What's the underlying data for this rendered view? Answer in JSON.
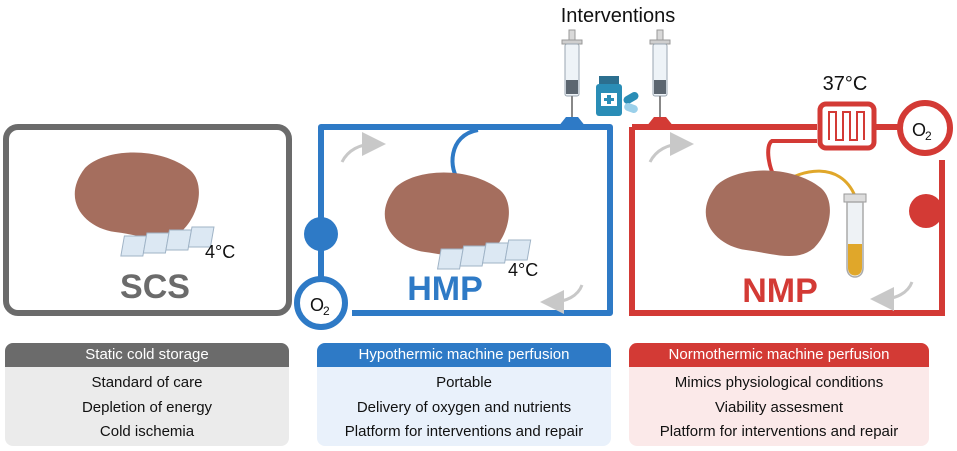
{
  "top_label": "Interventions",
  "colors": {
    "scs": "#6b6b6b",
    "hmp": "#2e7ac6",
    "nmp": "#d33a35",
    "organ": "#a56e5e"
  },
  "scs": {
    "abbr": "SCS",
    "temp": "4°C",
    "title": "Static cold storage",
    "items": [
      "Standard of care",
      "Depletion of energy",
      "Cold ischemia"
    ]
  },
  "hmp": {
    "abbr": "HMP",
    "temp": "4°C",
    "o2": "O",
    "o2_sub": "2",
    "title": "Hypothermic machine perfusion",
    "items": [
      "Portable",
      "Delivery of oxygen and nutrients",
      "Platform for interventions and repair"
    ]
  },
  "nmp": {
    "abbr": "NMP",
    "temp": "37°C",
    "o2": "O",
    "o2_sub": "2",
    "title": "Normothermic machine perfusion",
    "items": [
      "Mimics physiological conditions",
      "Viability assesment",
      "Platform for interventions and repair"
    ]
  },
  "icons": [
    "syringe-icon",
    "medicine-bottle-icon",
    "pills-icon",
    "ice-cubes-icon",
    "heater-icon",
    "test-tube-icon",
    "pump-icon",
    "oxygenator-icon"
  ]
}
